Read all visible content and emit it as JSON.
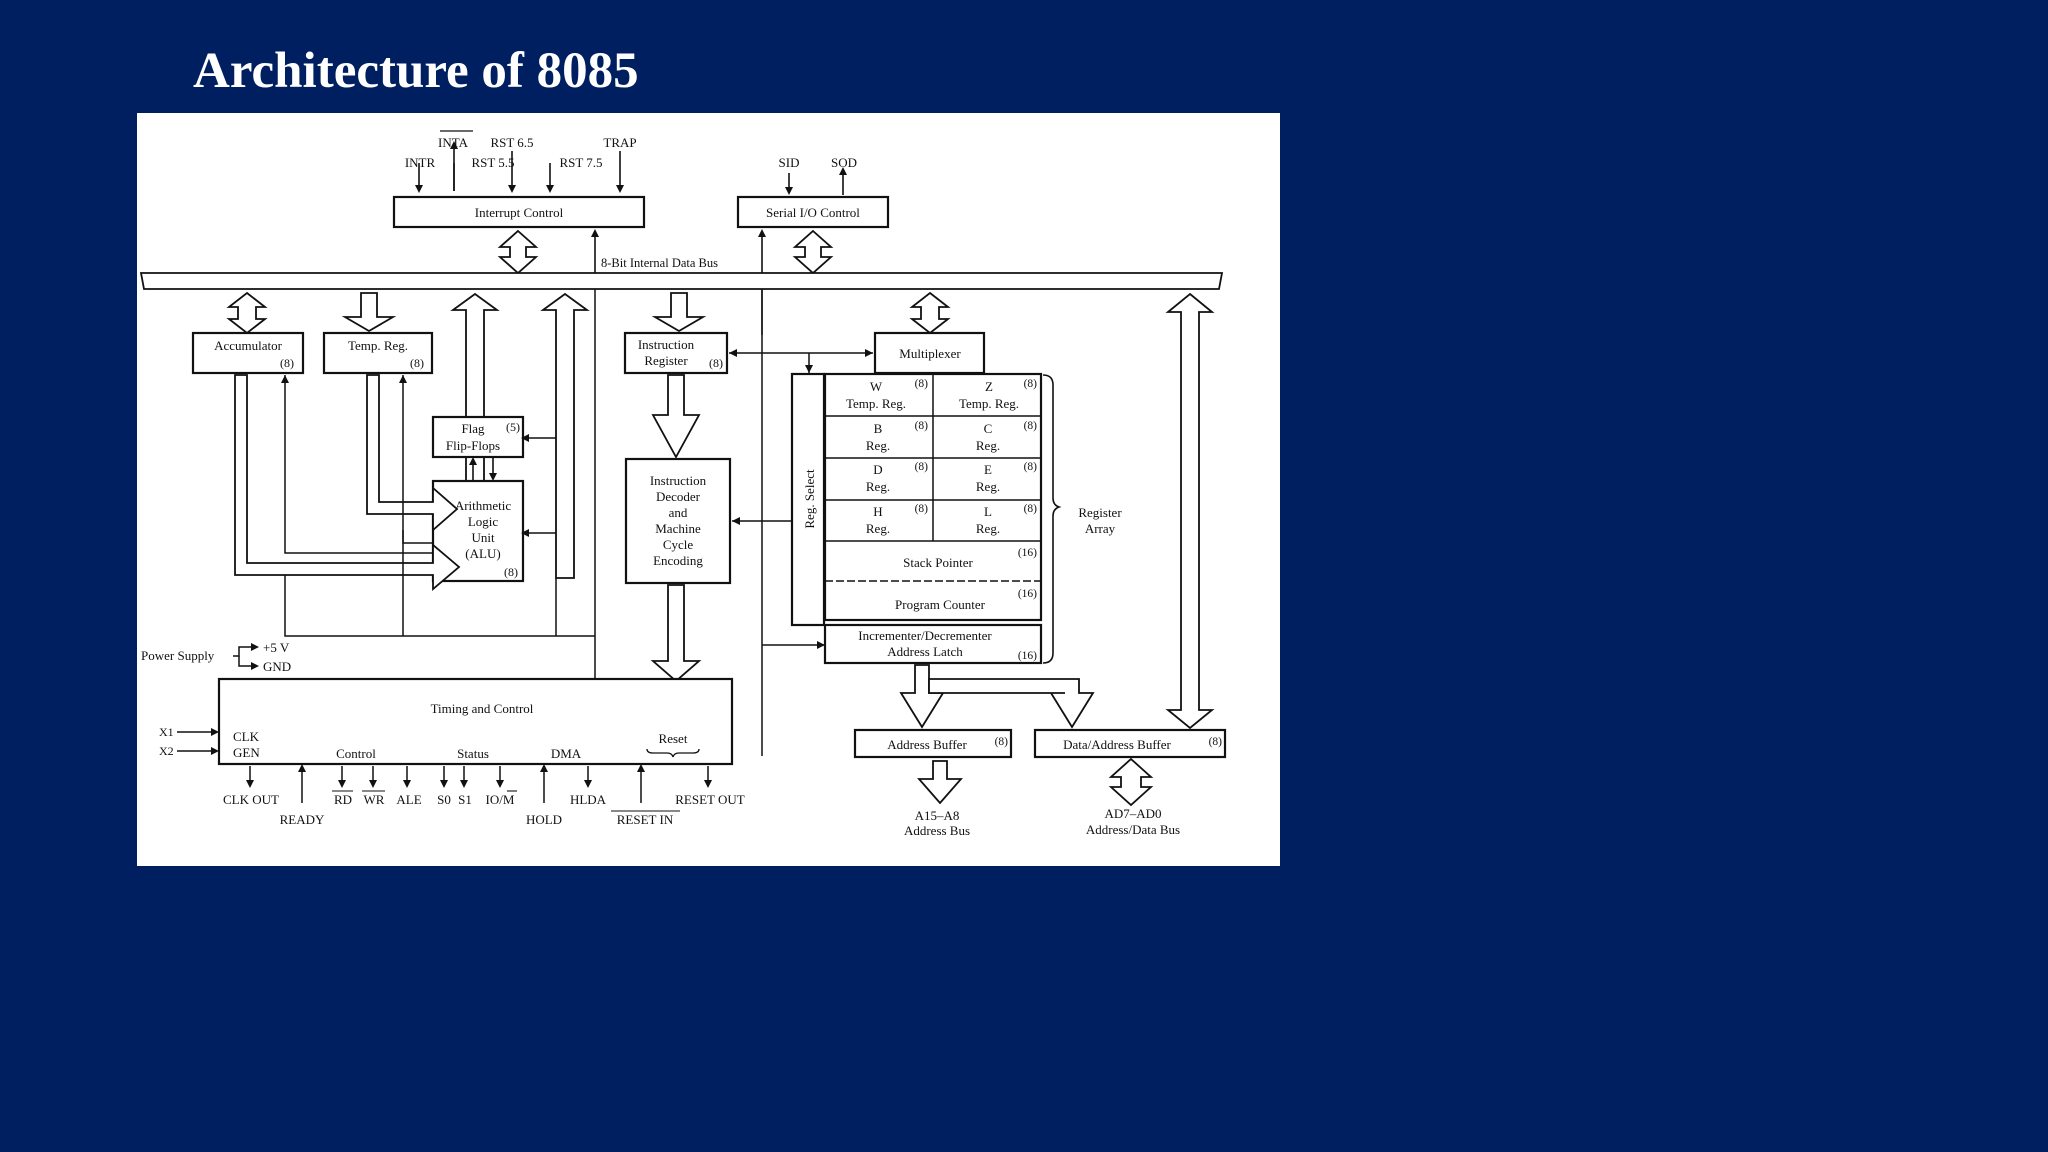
{
  "slide": {
    "title": "Architecture of 8085"
  },
  "diagram": {
    "interrupts": {
      "inta": "INTA",
      "rst65": "RST 6.5",
      "trap": "TRAP",
      "intr": "INTR",
      "rst55": "RST 5.5",
      "rst75": "RST 7.5",
      "block": "Interrupt Control"
    },
    "serial": {
      "sid": "SID",
      "sod": "SOD",
      "block": "Serial I/O Control"
    },
    "bus_label": "8-Bit Internal Data Bus",
    "accumulator": {
      "name": "Accumulator",
      "bits": "(8)"
    },
    "temp_reg": {
      "name": "Temp. Reg.",
      "bits": "(8)"
    },
    "flags": {
      "line1": "Flag",
      "line2": "Flip-Flops",
      "bits": "(5)"
    },
    "alu": {
      "l1": "Arithmetic",
      "l2": "Logic",
      "l3": "Unit",
      "l4": "(ALU)",
      "bits": "(8)"
    },
    "instr_reg": {
      "l1": "Instruction",
      "l2": "Register",
      "bits": "(8)"
    },
    "decoder": {
      "l1": "Instruction",
      "l2": "Decoder",
      "l3": "and",
      "l4": "Machine",
      "l5": "Cycle",
      "l6": "Encoding"
    },
    "multiplexer": "Multiplexer",
    "reg_select": "Reg. Select",
    "registers": [
      {
        "name": "W",
        "sub": "Temp. Reg.",
        "bits": "(8)"
      },
      {
        "name": "Z",
        "sub": "Temp. Reg.",
        "bits": "(8)"
      },
      {
        "name": "B",
        "sub": "Reg.",
        "bits": "(8)"
      },
      {
        "name": "C",
        "sub": "Reg.",
        "bits": "(8)"
      },
      {
        "name": "D",
        "sub": "Reg.",
        "bits": "(8)"
      },
      {
        "name": "E",
        "sub": "Reg.",
        "bits": "(8)"
      },
      {
        "name": "H",
        "sub": "Reg.",
        "bits": "(8)"
      },
      {
        "name": "L",
        "sub": "Reg.",
        "bits": "(8)"
      }
    ],
    "stack_pointer": {
      "name": "Stack Pointer",
      "bits": "(16)"
    },
    "program_counter": {
      "name": "Program Counter",
      "bits": "(16)"
    },
    "incdec": {
      "l1": "Incrementer/Decrementer",
      "l2": "Address Latch",
      "bits": "(16)"
    },
    "register_array": {
      "l1": "Register",
      "l2": "Array"
    },
    "power": {
      "label": "Power Supply",
      "v5": "+5 V",
      "gnd": "GND"
    },
    "timing": {
      "title": "Timing and Control",
      "clk": "CLK",
      "gen": "GEN",
      "control": "Control",
      "status": "Status",
      "dma": "DMA",
      "reset": "Reset",
      "x1": "X1",
      "x2": "X2"
    },
    "pins": {
      "clk_out": "CLK OUT",
      "ready": "READY",
      "rd": "RD",
      "wr": "WR",
      "ale": "ALE",
      "s0": "S0",
      "s1": "S1",
      "io_m": "IO/M",
      "hold": "HOLD",
      "hlda": "HLDA",
      "reset_in": "RESET IN",
      "reset_out": "RESET OUT"
    },
    "addr_buffer": {
      "name": "Address Buffer",
      "bits": "(8)"
    },
    "data_addr_buffer": {
      "name": "Data/Address Buffer",
      "bits": "(8)"
    },
    "address_bus": {
      "l1": "A15–A8",
      "l2": "Address Bus"
    },
    "data_bus": {
      "l1": "AD7–AD0",
      "l2": "Address/Data Bus"
    }
  }
}
